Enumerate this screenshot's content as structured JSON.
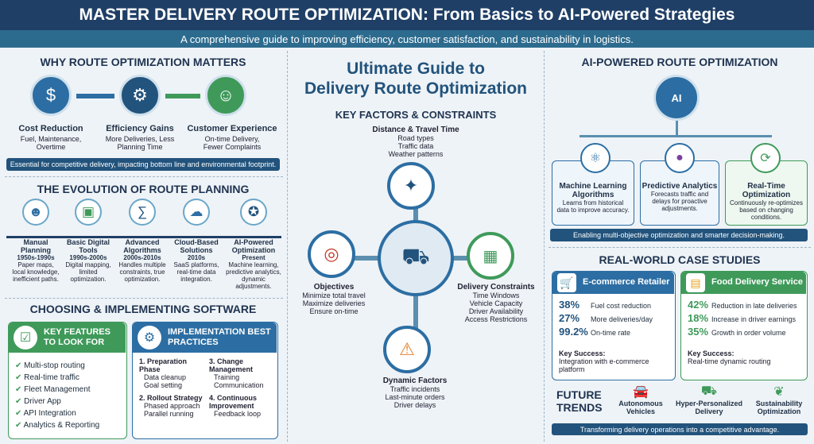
{
  "header": {
    "title": "MASTER DELIVERY ROUTE OPTIMIZATION: From Basics to AI-Powered Strategies",
    "subtitle": "A comprehensive guide to improving efficiency, customer satisfaction, and sustainability in logistics."
  },
  "why": {
    "title": "WHY ROUTE OPTIMIZATION MATTERS",
    "items": [
      {
        "name": "Cost Reduction",
        "desc": "Fuel, Maintenance, Overtime",
        "icon": "$"
      },
      {
        "name": "Efficiency Gains",
        "desc": "More Deliveries, Less Planning Time",
        "icon": "⚙"
      },
      {
        "name": "Customer Experience",
        "desc": "On-time Delivery, Fewer Complaints",
        "icon": "☺"
      }
    ],
    "note": "Essential for competitive delivery, impacting bottom line and environmental footprint."
  },
  "evolution": {
    "title": "THE EVOLUTION OF ROUTE PLANNING",
    "items": [
      {
        "name": "Manual Planning",
        "era": "1950s-1990s",
        "desc": "Paper maps, local knowledge, inefficient paths.",
        "icon": "☻"
      },
      {
        "name": "Basic Digital Tools",
        "era": "1990s-2000s",
        "desc": "Digital mapping, limited optimization.",
        "icon": "▣"
      },
      {
        "name": "Advanced Algorithms",
        "era": "2000s-2010s",
        "desc": "Handles multiple constraints, true optimization.",
        "icon": "∑"
      },
      {
        "name": "Cloud-Based Solutions",
        "era": "2010s",
        "desc": "SaaS platforms, real-time data integration.",
        "icon": "☁"
      },
      {
        "name": "AI-Powered Optimization",
        "era": "Present",
        "desc": "Machine learning, predictive analytics, dynamic adjustments.",
        "icon": "✪"
      }
    ]
  },
  "software": {
    "title": "CHOOSING & IMPLEMENTING SOFTWARE",
    "features_title": "KEY FEATURES TO LOOK FOR",
    "features": [
      "Multi-stop routing",
      "Real-time traffic",
      "Fleet Management",
      "Driver App",
      "API Integration",
      "Analytics & Reporting"
    ],
    "practices_title": "IMPLEMENTATION BEST PRACTICES",
    "practices": [
      {
        "title": "1. Preparation Phase",
        "items": "Data cleanup\nGoal setting"
      },
      {
        "title": "2. Rollout Strategy",
        "items": "Phased approach\nParallel running"
      },
      {
        "title": "3. Change Management",
        "items": "Training\nCommunication"
      },
      {
        "title": "4. Continuous Improvement",
        "items": "Feedback loop"
      }
    ]
  },
  "center": {
    "title1": "Ultimate Guide to",
    "title2": "Delivery Route Optimization",
    "factors_title": "KEY FACTORS & CONSTRAINTS",
    "distance": {
      "name": "Distance & Travel Time",
      "items": [
        "Road types",
        "Traffic data",
        "Weather patterns"
      ]
    },
    "objectives": {
      "name": "Objectives",
      "items": [
        "Minimize total travel",
        "Maximize deliveries",
        "Ensure on-time"
      ]
    },
    "constraints": {
      "name": "Delivery Constraints",
      "items": [
        "Time Windows",
        "Vehicle Capacity",
        "Driver Availability",
        "Access Restrictions"
      ]
    },
    "dynamic": {
      "name": "Dynamic Factors",
      "items": [
        "Traffic incidents",
        "Last-minute orders",
        "Driver delays"
      ]
    }
  },
  "ai": {
    "title": "AI-POWERED ROUTE OPTIMIZATION",
    "chip": "AI",
    "items": [
      {
        "name": "Machine Learning Algorithms",
        "desc": "Learns from historical data to improve accuracy."
      },
      {
        "name": "Predictive Analytics",
        "desc": "Forecasts traffic and delays for proactive adjustments."
      },
      {
        "name": "Real-Time Optimization",
        "desc": "Continuously re-optimizes based on changing conditions."
      }
    ],
    "note": "Enabling multi-objective optimization and smarter decision-making."
  },
  "cases": {
    "title": "REAL-WORLD CASE STUDIES",
    "ecom": {
      "name": "E-commerce Retailer",
      "stats": [
        {
          "v": "38%",
          "l": "Fuel cost reduction"
        },
        {
          "v": "27%",
          "l": "More deliveries/day"
        },
        {
          "v": "99.2%",
          "l": "On-time rate"
        }
      ],
      "key": "Key Success:",
      "keytext": "Integration with e-commerce platform"
    },
    "food": {
      "name": "Food Delivery Service",
      "stats": [
        {
          "v": "42%",
          "l": "Reduction in late deliveries"
        },
        {
          "v": "18%",
          "l": "Increase in driver earnings"
        },
        {
          "v": "35%",
          "l": "Growth in order volume"
        }
      ],
      "key": "Key Success:",
      "keytext": "Real-time dynamic routing"
    }
  },
  "future": {
    "title": "FUTURE TRENDS",
    "items": [
      "Autonomous Vehicles",
      "Hyper-Personalized Delivery",
      "Sustainability Optimization"
    ],
    "note": "Transforming delivery operations into a competitive advantage."
  },
  "colors": {
    "navy": "#1f3f66",
    "teal": "#2d6b8e",
    "green": "#3f9a5a",
    "blue": "#2c6ea3"
  }
}
